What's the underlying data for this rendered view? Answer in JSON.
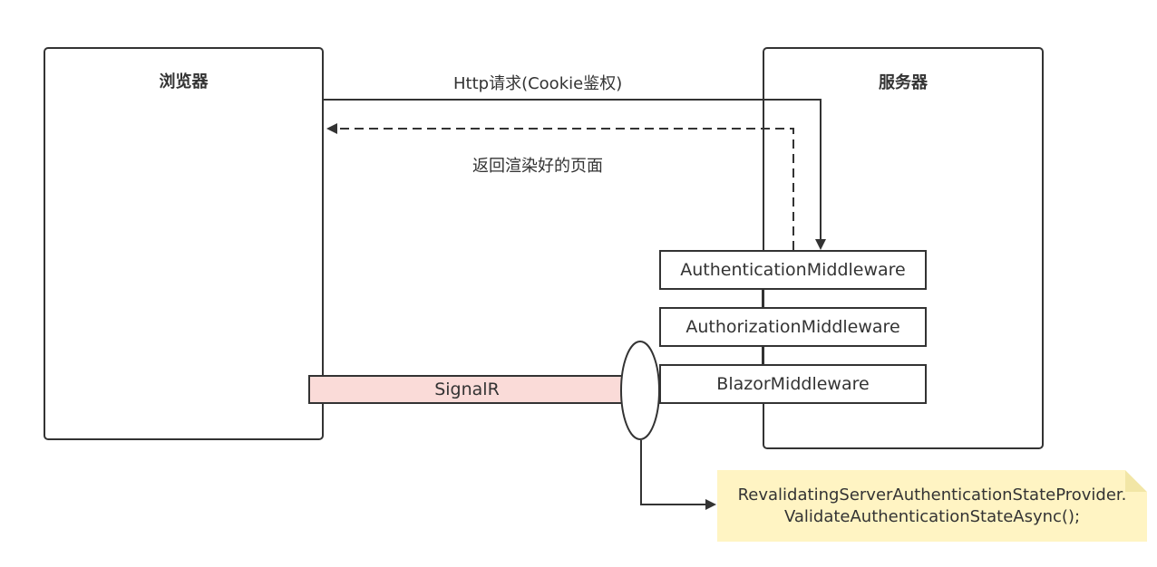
{
  "containers": {
    "browser": {
      "title": "浏览器"
    },
    "server": {
      "title": "服务器"
    }
  },
  "edges": {
    "request_label": "Http请求(Cookie鉴权)",
    "response_label": "返回渲染好的页面"
  },
  "middlewares": [
    {
      "label": "AuthenticationMiddleware"
    },
    {
      "label": "AuthorizationMiddleware"
    },
    {
      "label": "BlazorMiddleware"
    }
  ],
  "signalr": {
    "label": "SignalR",
    "fill": "#fadbd8"
  },
  "note": {
    "line1": "RevalidatingServerAuthenticationStateProvider.",
    "line2": "ValidateAuthenticationStateAsync();",
    "fill": "#fff4c3",
    "fold_fill": "#f2e6a6"
  }
}
